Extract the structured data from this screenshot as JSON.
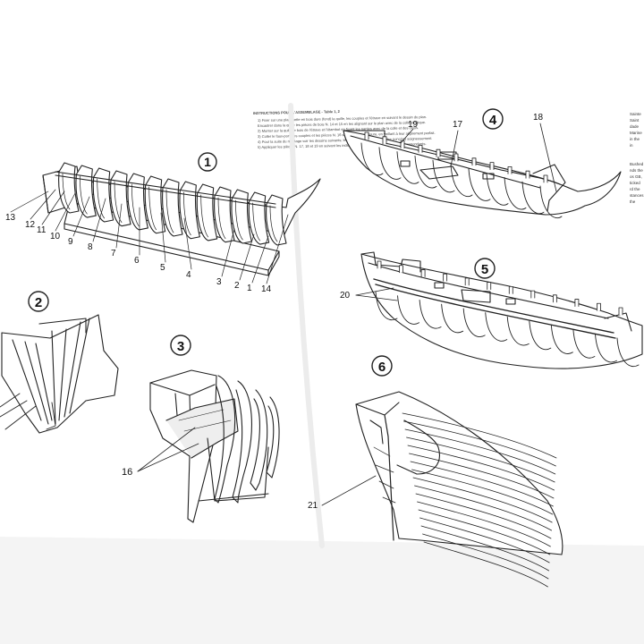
{
  "header": {
    "title": "INSTRUCTIONS POUR L'ASSEMBLAGE - Table 1, 2",
    "lines": [
      "1) Fixer sur une planchette en bois dure (fond) la quille, les couples et l'étrave en suivant le dessin du plan.",
      "Encastrer dans la quille les pièces de bois N. 14 et 15 en les alignant sur le plan avec de la colle vinylique.",
      "2) Monter sur la quille le bois de l'étrave et l'étambot en fixant les parties avec de la colle et des clous.",
      "3) Coller le faux-pont, les couples et les pièces N. 16 sur la partie inférieure, en veillant à leur alignement parfait.",
      "4) Pour la suite du montage voir les dessins suivants; les parties en bois doivent être poncées soigneusement.",
      "5) Appliquer les pièces N. 17, 18 et 19 en suivant les indications du dessin et les numéros correspondants."
    ]
  },
  "steps": [
    "1",
    "2",
    "3",
    "4",
    "5",
    "6"
  ],
  "callouts": {
    "step1": [
      "13",
      "12",
      "11",
      "10",
      "9",
      "8",
      "7",
      "6",
      "5",
      "4",
      "3",
      "2",
      "1",
      "14"
    ],
    "step3": "16",
    "step4": [
      "19",
      "17",
      "18"
    ],
    "step5": "20",
    "step6": "21"
  },
  "side_notes": [
    "Sainte",
    "Saint",
    "dade",
    "Marine",
    "in the",
    "in",
    "Bushed",
    "nds the",
    "os GB,",
    "ticked",
    "rd the",
    "stances",
    "the"
  ]
}
